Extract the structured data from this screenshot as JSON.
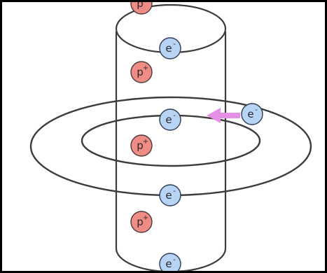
{
  "colors": {
    "background": "#ffffff",
    "border": "#000000",
    "line": "#3c3c3c",
    "proton_fill": "#ef8c86",
    "proton_stroke": "#4a3a3a",
    "electron_fill": "#b8d4f5",
    "electron_stroke": "#2e3d55",
    "arrow": "#e58fe6"
  },
  "labels": {
    "proton_base": "p",
    "proton_sup": "+",
    "electron_base": "e",
    "electron_sup": "-"
  },
  "icons": {
    "protons": "proton-particle-icon",
    "electrons": "electron-particle-icon",
    "arrow": "electron-motion-arrow"
  }
}
